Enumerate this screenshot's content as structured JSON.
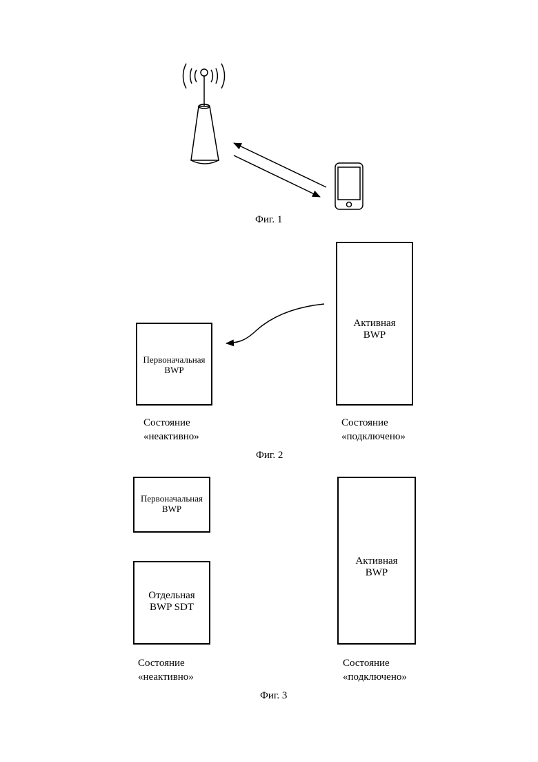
{
  "fig1": {
    "caption": "Фиг. 1"
  },
  "fig2": {
    "caption": "Фиг. 2",
    "initial_bwp": {
      "line1": "Первоначальная",
      "line2": "BWP"
    },
    "active_bwp": {
      "line1": "Активная",
      "line2": "BWP"
    },
    "state_inactive": {
      "line1": "Состояние",
      "line2": "«неактивно»"
    },
    "state_connected": {
      "line1": "Состояние",
      "line2": "«подключено»"
    }
  },
  "fig3": {
    "caption": "Фиг. 3",
    "initial_bwp": {
      "line1": "Первоначальная",
      "line2": "BWP"
    },
    "sdt_bwp": {
      "line1": "Отдельная",
      "line2": "BWP SDT"
    },
    "active_bwp": {
      "line1": "Активная",
      "line2": "BWP"
    },
    "state_inactive": {
      "line1": "Состояние",
      "line2": "«неактивно»"
    },
    "state_connected": {
      "line1": "Состояние",
      "line2": "«подключено»"
    }
  },
  "icons": [
    "base-station-icon",
    "smartphone-icon"
  ]
}
